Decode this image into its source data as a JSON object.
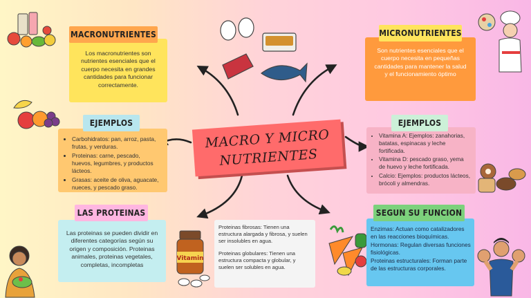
{
  "center": {
    "line1": "MACRO Y MICRO",
    "line2": "NUTRIENTES"
  },
  "macro": {
    "title": "MACRONUTRIENTES",
    "text": "Los macronutrientes son nutrientes esenciales que el cuerpo necesita en grandes cantidades para funcionar correctamente."
  },
  "micro": {
    "title": "MICRONUTRIENTES",
    "text": "Son nutrientes esenciales que el cuerpo necesita en pequeñas cantidades para mantener la salud y el funcionamiento óptimo"
  },
  "ejemplos_left": {
    "title": "EJEMPLOS",
    "items": [
      "Carbohidratos: pan, arroz, pasta, frutas, y verduras.",
      "Proteinas: carne, pescado, huevos, legumbres, y productos lácteos.",
      "Grasas: aceite de oliva, aguacate, nueces, y pescado graso."
    ]
  },
  "ejemplos_right": {
    "title": "EJEMPLOS",
    "items": [
      "Vitamina A: Ejemplos: zanahorias, batatas, espinacas y leche fortificada.",
      "Vitamina D:  pescado graso, yema de huevo y leche fortificada.",
      "Calcio: Ejemplos: productos lácteos, brócoli y almendras."
    ]
  },
  "proteinas": {
    "title": "LAS PROTEINAS",
    "text": "Las proteinas se pueden dividir en diferentes categorías según su origen y composición. Proteinas animales, proteinas vegetales, completas, incompletas"
  },
  "tipos_proteinas": {
    "fibrosas": "Proteinas fibrosas: Tienen una estructura alargada y fibrosa, y suelen ser insolubles en agua.",
    "globulares": "Proteinas globulares: Tienen una estructura compacta y globular, y suelen ser solubles en agua."
  },
  "funcion": {
    "title": "SEGUN SU FUNCION",
    "lines": [
      "Enzimas: Actuan como catalizadores en las reacciones bioquímicas.",
      "Hormonas: Regulan diversas funciones fisiológicas.",
      "Proteinas estructurales: Forman parte de las estructuras corporales."
    ]
  },
  "vitamin_label": "Vitamin",
  "colors": {
    "macro_tag": "#ffa64d",
    "macro_card": "#ffe45c",
    "micro_tag": "#ffe45c",
    "micro_card": "#ff9a3d",
    "ejemplos_tag": "#b8e6ee",
    "ejemplos_card": "#ffc870",
    "ejemplos_r_tag": "#ccf0d8",
    "ejemplos_r_card": "#f7b3c6",
    "prot_tag": "#ffb6e1",
    "prot_card": "#c4eef0",
    "funcion_tag": "#7cd17c",
    "funcion_card": "#67c7f0",
    "center": "#ff6b6b"
  }
}
